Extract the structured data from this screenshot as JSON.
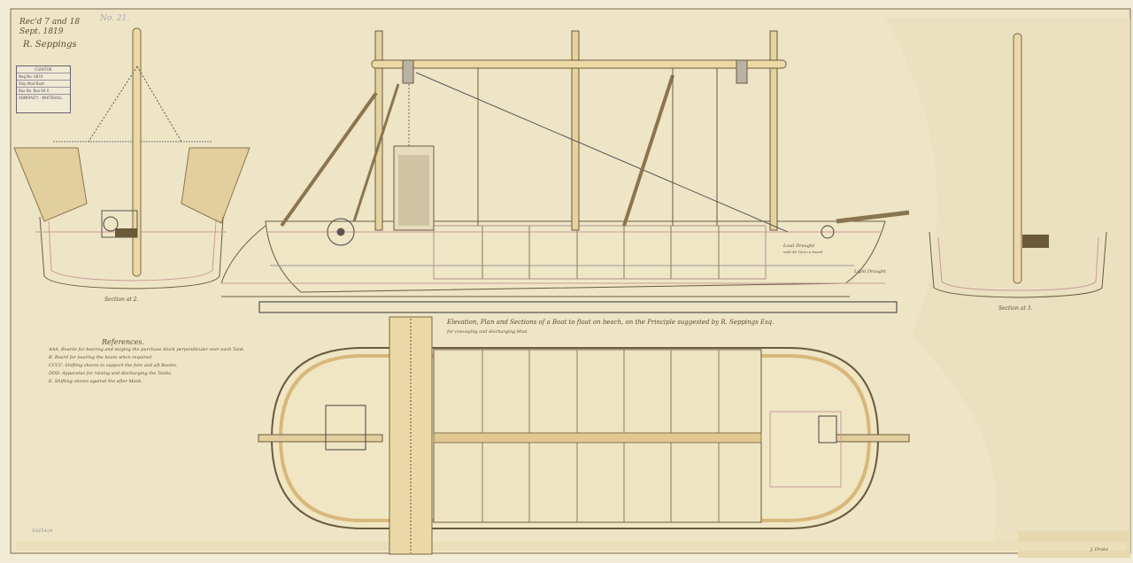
{
  "annotations": {
    "received": "Rec'd 7 and 18 Sept. 1819",
    "signature": "R. Seppings",
    "number": "No. 21."
  },
  "stamp": {
    "title": "CURATOR",
    "neg": "Neg No.  6874",
    "ship": "Ship  Mud Boat",
    "box": "Box No.  Box 64 II",
    "office": "ADMIRALTY · WHITEHALL"
  },
  "title": {
    "line1": "Elevation, Plan and Sections of a Boat to float on beach, on the Principle suggested by R. Seppings Esq.",
    "line2": "for conveying and discharging Mud."
  },
  "references": {
    "heading": "References.",
    "items": [
      "AAA. Boards for bearing and staying the purchase block perpendicular over each Tank.",
      "B. Board for bearing the boom when required.",
      "CCCC. Shifting shores to support the fore and aft Booms.",
      "DDD. Apparatus for raising and discharging the Tanks.",
      "E. Shifting shores against the after Mask."
    ]
  },
  "labels": {
    "section2": "Section at 2.",
    "section3": "Section at 3.",
    "load_draught": "Load Draught",
    "load_draught_note": "with 40 Tons in board",
    "light_draught": "Light Draught",
    "ref_code": "ZAZ5424",
    "corner_note": "J. Drake"
  },
  "colors": {
    "paper": "#efe7cb",
    "ink": "#6b5a40",
    "wood": "#e2cd96",
    "pink": "#d9a3a3"
  }
}
